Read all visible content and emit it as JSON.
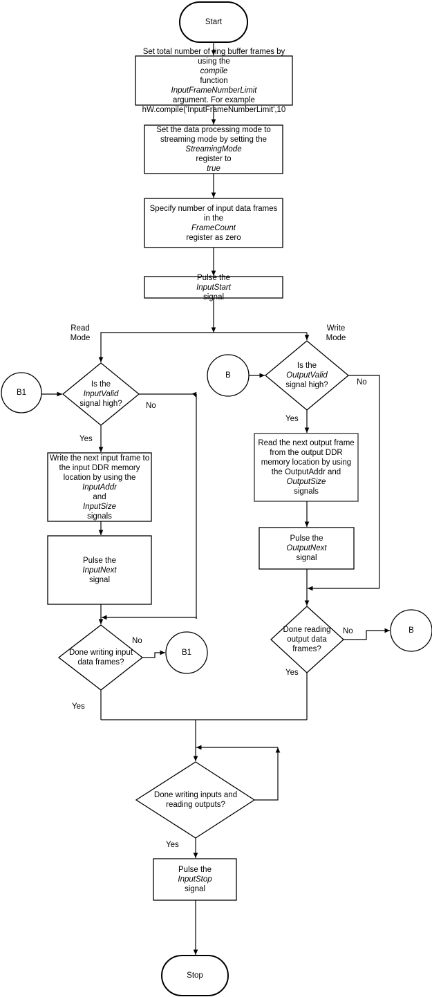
{
  "nodes": {
    "start": "Start",
    "set_frames": {
      "before": "Set total number of ring buffer frames by using the ",
      "em1": "compile",
      "mid": " function ",
      "em2": "InputFrameNumberLimit",
      "after": " argument. For example hW.compile('InputFrameNumberLimit',10"
    },
    "set_mode": {
      "before": "Set the data processing mode to streaming mode by setting the ",
      "em1": "StreamingMode",
      "mid": " register to ",
      "em2": "true"
    },
    "frame_count": {
      "before": "Specify number of input data frames in the ",
      "em1": "FrameCount",
      "after": " register as zero"
    },
    "pulse_input_start": {
      "before": "Pulse the ",
      "em1": "InputStart",
      "after": " signal"
    },
    "read_mode": "Read Mode",
    "write_mode": "Write Mode",
    "b1_left": "B1",
    "input_valid": {
      "before": "Is the ",
      "em1": "InputValid",
      "after": " signal high?"
    },
    "write_input_frame": {
      "before": "Write the next input frame to the input DDR memory location by using the ",
      "em1": "InputAddr",
      "mid": " and ",
      "em2": "InputSize",
      "after": " signals"
    },
    "pulse_input_next": {
      "before": "Pulse the ",
      "em1": "InputNext",
      "after": " signal"
    },
    "done_writing_input": "Done writing input data frames?",
    "b1_right": "B1",
    "b_left": "B",
    "output_valid": {
      "before": "Is the ",
      "em1": "OutputValid",
      "after": " signal high?"
    },
    "read_output_frame": {
      "before": "Read the next output frame from the output DDR memory location by using the OutputAddr and ",
      "em1": "OutputSize",
      "after": " signals"
    },
    "pulse_output_next": {
      "before": "Pulse the ",
      "em1": "OutputNext",
      "after": " signal"
    },
    "done_reading_output": "Done reading output data frames?",
    "b_right": "B",
    "done_both": "Done writing inputs and reading outputs?",
    "pulse_input_stop": {
      "before": "Pulse the ",
      "em1": "InputStop",
      "after": " signal"
    },
    "stop": "Stop"
  },
  "edge_labels": {
    "yes": "Yes",
    "no": "No"
  },
  "colors": {
    "stroke": "#000000",
    "box_stroke_gray": "#555555",
    "fill": "#ffffff"
  }
}
